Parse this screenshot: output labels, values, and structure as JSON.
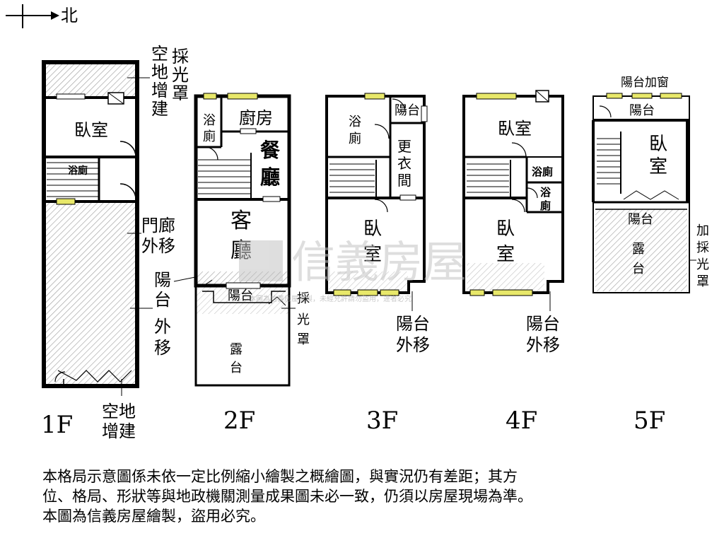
{
  "compass": {
    "north_label": "北"
  },
  "floors": [
    {
      "label": "1F"
    },
    {
      "label": "2F"
    },
    {
      "label": "3F"
    },
    {
      "label": "4F"
    },
    {
      "label": "5F"
    }
  ],
  "f1": {
    "bedroom": "臥室",
    "bath": "浴廁",
    "skylight_1": "採",
    "skylight_2": "光",
    "skylight_3": "罩",
    "empty_1": "空",
    "empty_2": "地",
    "empty_3": "增",
    "empty_4": "建",
    "porch_1": "門廊",
    "porch_2": "外移",
    "balcony_1": "陽",
    "balcony_2": "台",
    "balcony_3": "外",
    "balcony_4": "移",
    "bottom_1": "空地",
    "bottom_2": "增建"
  },
  "f2": {
    "bath_1": "浴",
    "bath_2": "廁",
    "kitchen": "廚房",
    "dining_1": "餐",
    "dining_2": "廳",
    "living_1": "客",
    "living_2": "廳",
    "balcony": "陽台",
    "skylight_1": "採",
    "skylight_2": "光",
    "skylight_3": "罩",
    "terrace_1": "露",
    "terrace_2": "台"
  },
  "f3": {
    "bath_1": "浴",
    "bath_2": "廁",
    "balcony": "陽台",
    "closet_1": "更",
    "closet_2": "衣",
    "closet_3": "間",
    "bedroom_1": "臥",
    "bedroom_2": "室",
    "moved_1": "陽台",
    "moved_2": "外移"
  },
  "f4": {
    "bedroom": "臥室",
    "bath_a": "浴廁",
    "bath_b_1": "浴",
    "bath_b_2": "廁",
    "bedroom2_1": "臥",
    "bedroom2_2": "室",
    "moved_1": "陽台",
    "moved_2": "外移"
  },
  "f5": {
    "window_balcony": "陽台加窗",
    "balcony_top": "陽台",
    "bedroom_1": "臥",
    "bedroom_2": "室",
    "balcony_mid": "陽台",
    "terrace_1": "露",
    "terrace_2": "台",
    "skylight_1": "加",
    "skylight_2": "採",
    "skylight_3": "光",
    "skylight_4": "罩"
  },
  "watermark": {
    "brand": "信義房屋",
    "small": "本圖為信義房屋繪製，未經允許請勿盜用，違者必究"
  },
  "disclaimer": {
    "line1": "本格局示意圖係未依一定比例縮小繪製之概繪圖，與實況仍有差距；其方",
    "line2": "位、格局、形狀等與地政機關測量成果圖未必一致，仍須以房屋現場為準。",
    "line3": "本圖為信義房屋繪製，盜用必究。"
  },
  "colors": {
    "wall": "#000000",
    "window": "#e8e86a",
    "hatch": "#9a9a9a",
    "watermark": "#c4c4c4"
  }
}
